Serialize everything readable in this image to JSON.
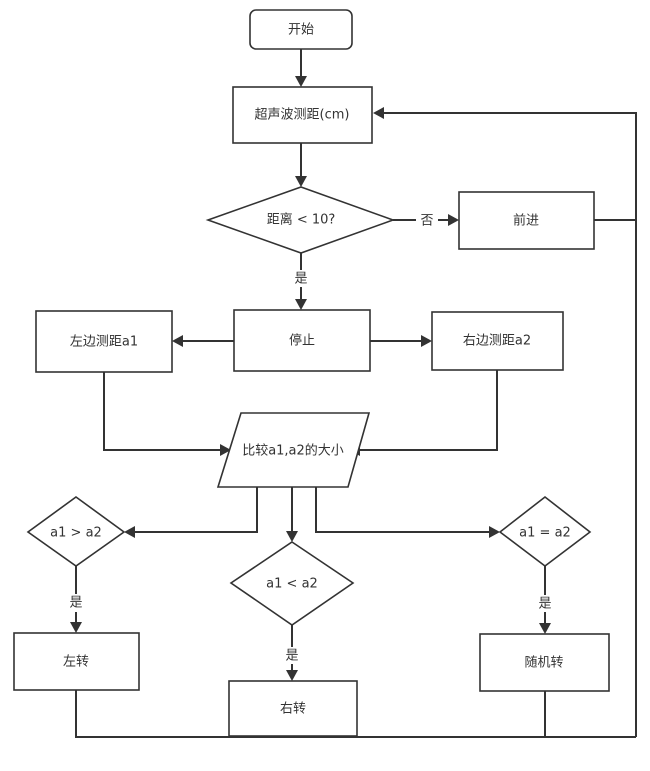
{
  "nodes": {
    "start": "开始",
    "measure": "超声波测距(cm)",
    "check_distance": "距离 < 10?",
    "forward": "前进",
    "stop": "停止",
    "measure_left": "左边测距a1",
    "measure_right": "右边测距a2",
    "compare": "比较a1,a2的大小",
    "cond_greater": "a1 > a2",
    "cond_less": "a1 < a2",
    "cond_equal": "a1 = a2",
    "turn_left": "左转",
    "turn_right": "右转",
    "random_turn": "随机转"
  },
  "edge_labels": {
    "no": "否",
    "yes": "是"
  }
}
